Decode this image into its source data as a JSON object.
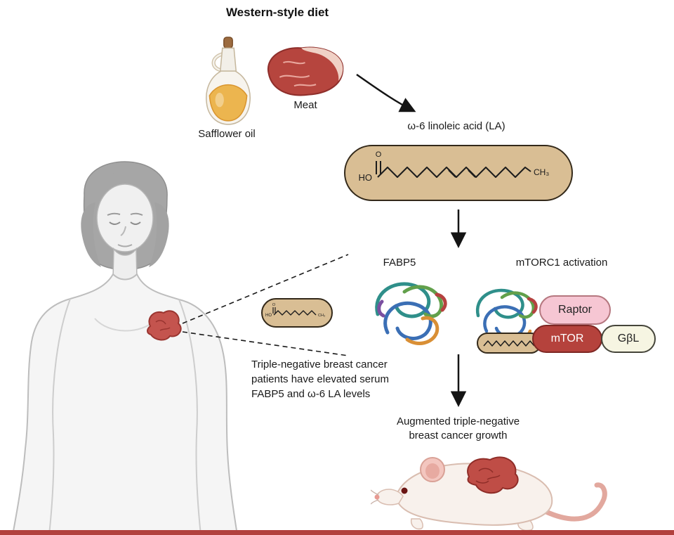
{
  "title": "Western-style diet",
  "diet": {
    "safflower_label": "Safflower oil",
    "meat_label": "Meat"
  },
  "molecule": {
    "name": "ω-6 linoleic acid (LA)",
    "ho": "HO",
    "o": "O",
    "ch3": "CH₃"
  },
  "fabp5": {
    "label": "FABP5"
  },
  "mtorc1": {
    "label": "mTORC1 activation",
    "raptor": "Raptor",
    "mtor": "mTOR",
    "gbl": "GβL"
  },
  "patient_note": {
    "lines": [
      "Triple-negative breast cancer",
      "patients have elevated serum",
      "FABP5 and ω-6 LA levels"
    ]
  },
  "outcome": {
    "lines": [
      "Augmented triple-negative",
      "breast cancer growth"
    ]
  },
  "colors": {
    "capsule_fill": "#d9be94",
    "capsule_border": "#33291a",
    "raptor_fill": "#f6c6d3",
    "mtor_fill": "#b5423c",
    "gbl_fill": "#f6f5e2",
    "tumor_red": "#c4544e",
    "accent_bar": "#b2413e"
  }
}
